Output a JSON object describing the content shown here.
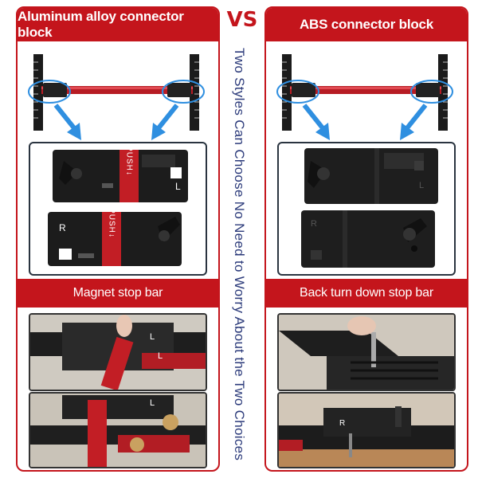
{
  "vs_label": "VS",
  "side_text": "Two Styles Can Choose  No Need to Worry About the Two Choices",
  "left": {
    "title": "Aluminum alloy connector block",
    "subtitle": "Magnet stop bar",
    "push_label": "PUSH↓",
    "block_labels": [
      "L",
      "R"
    ],
    "photo_labels": [
      "L",
      "L",
      "L"
    ]
  },
  "right": {
    "title": "ABS connector block",
    "subtitle": "Back turn down stop bar",
    "block_labels": [
      "L",
      "R"
    ],
    "photo_labels": [
      "R"
    ]
  },
  "colors": {
    "accent_red": "#c4151c",
    "text_blue": "#2b3a7a",
    "callout_blue": "#2f8fe0"
  }
}
